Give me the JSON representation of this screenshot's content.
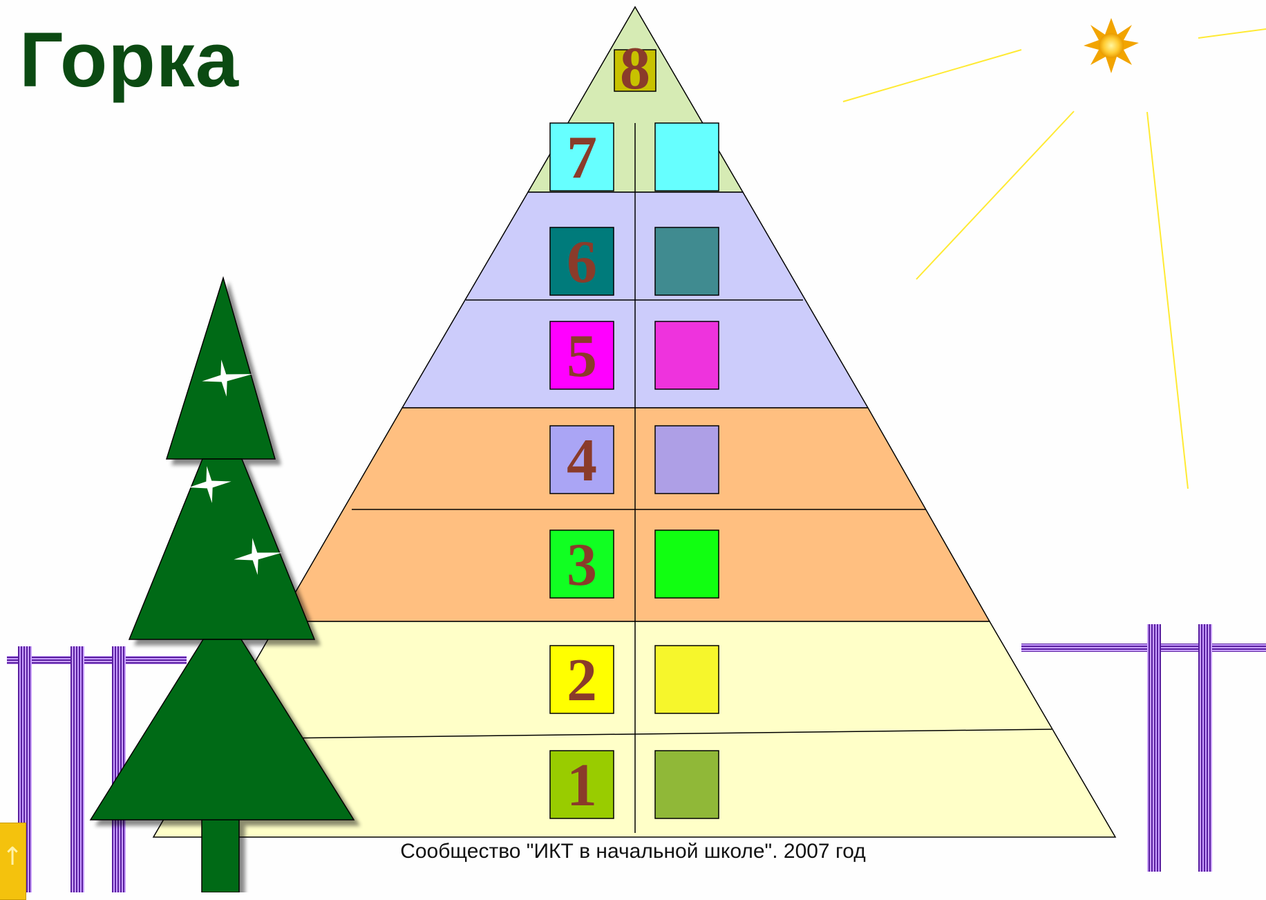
{
  "title": "Горка",
  "footer": "Сообщество \"ИКТ в начальной школе\". 2007 год",
  "levels": [
    {
      "number": "8",
      "left_color": "#c8c200",
      "right_color": null,
      "band_color": "#d6ebb4"
    },
    {
      "number": "7",
      "left_color": "#66ffff",
      "right_color": "#66ffff",
      "band_color": "#d6ebb4"
    },
    {
      "number": "6",
      "left_color": "#007b7b",
      "right_color": "#408b90",
      "band_color": "#ccccfb"
    },
    {
      "number": "5",
      "left_color": "#ff00ff",
      "right_color": "#ee33dd",
      "band_color": "#ccccfb"
    },
    {
      "number": "4",
      "left_color": "#aaa5f5",
      "right_color": "#ae9fe6",
      "band_color": "#ffbf80"
    },
    {
      "number": "3",
      "left_color": "#11ff22",
      "right_color": "#11ff11",
      "band_color": "#ffbf80"
    },
    {
      "number": "2",
      "left_color": "#ffff00",
      "right_color": "#f6f62c",
      "band_color": "#ffffc8"
    },
    {
      "number": "1",
      "left_color": "#99cc00",
      "right_color": "#90b838",
      "band_color": "#ffffc8"
    }
  ],
  "colors": {
    "number_text": "#8a3b2a",
    "tree_green": "#006a16",
    "fence_purple": "#6a2fa0",
    "sun_rays": "#ffea33",
    "title_green": "#0b4a12"
  },
  "icons": {
    "sun": "sun-icon",
    "tree": "fir-tree",
    "fence": "fence",
    "nav": "home-arrow-icon"
  }
}
